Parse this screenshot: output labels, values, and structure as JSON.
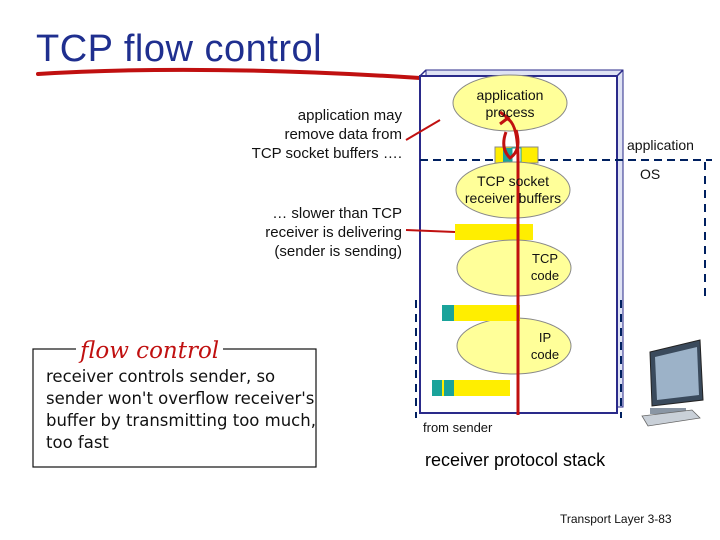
{
  "title": "TCP flow control",
  "callout_top": [
    "application may",
    "remove data from",
    "TCP socket buffers …."
  ],
  "callout_bottom": [
    "… slower than TCP",
    "receiver is delivering",
    "(sender is sending)"
  ],
  "app_process_lines": [
    "application",
    "process"
  ],
  "socket_buffer_lines": [
    "TCP socket",
    "receiver buffers"
  ],
  "tcp_code_lines": [
    "TCP",
    "code"
  ],
  "ip_code_lines": [
    "IP",
    "code"
  ],
  "layer_label_application": "application",
  "layer_label_os": "OS",
  "from_sender": "from sender",
  "stack_caption": "receiver protocol stack",
  "flow_control_title": "flow control",
  "flow_control_text": "receiver controls sender, so sender won't overflow receiver's buffer by transmitting too much, too fast",
  "footer": "Transport Layer 3-83",
  "colors": {
    "title": "#1f2f8f",
    "flow_title": "#c01010",
    "ellipse_fill": "#ffff99",
    "buffer_yellow": "#ffee00",
    "buffer_teal": "#1aa39a",
    "arrow_red": "#c01010",
    "line_dark": "#002060"
  },
  "icons": [
    "computer-icon"
  ]
}
